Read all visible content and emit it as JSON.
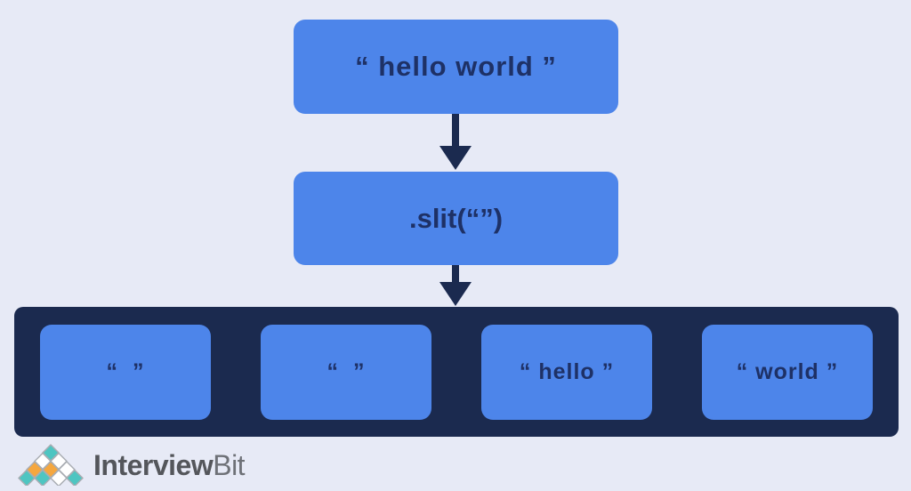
{
  "page": {
    "background_color": "#e7eaf6"
  },
  "diagram": {
    "input_box": {
      "label": "“ hello world ”"
    },
    "operation_box": {
      "label": ".slit(“”)"
    },
    "results_container": {
      "boxes": [
        {
          "label": "“  ”"
        },
        {
          "label": "“  ”"
        },
        {
          "label": "“ hello ”"
        },
        {
          "label": "“ world ”"
        }
      ]
    },
    "colors": {
      "box_blue": "#4d85ea",
      "container_navy": "#1b2a4f",
      "arrow_navy": "#1b2a4f",
      "text_navy": "#1e3166"
    }
  },
  "logo": {
    "icon": "diamond-pyramid-icon",
    "brand_primary": "Interview",
    "brand_secondary": "Bit",
    "colors": {
      "teal": "#4ec5c1",
      "orange": "#f5a73f",
      "diamond_white": "#ffffff",
      "diamond_outline": "#a9adb3",
      "text_primary": "#54565b",
      "text_secondary": "#6e7177"
    }
  }
}
